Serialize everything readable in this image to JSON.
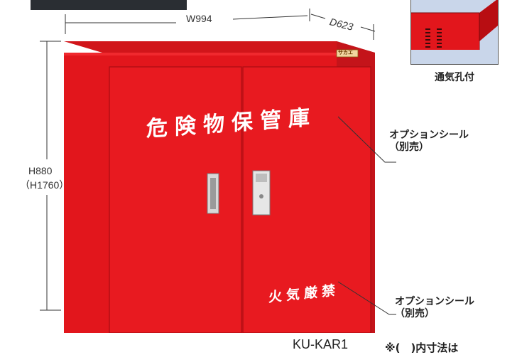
{
  "dimensions": {
    "width": "W994",
    "depth": "D623",
    "height": "H880",
    "height_alt": "（H1760）"
  },
  "cabinet": {
    "door_label_main": "危険物保管庫",
    "door_label_sub": "火気厳禁",
    "brand_plate": "サカエ"
  },
  "inset": {
    "caption": "通気孔付"
  },
  "callouts": [
    {
      "line1": "オプションシール",
      "line2": "（別売）"
    },
    {
      "line1": "オプションシール",
      "line2": "（別売）"
    }
  ],
  "footer": {
    "model": "KU-KAR1",
    "note": "※(　)内寸法は"
  },
  "colors": {
    "cabinet_red": "#e2161c",
    "cabinet_dark": "#b80d12",
    "inset_bg": "#c9d6ea"
  }
}
